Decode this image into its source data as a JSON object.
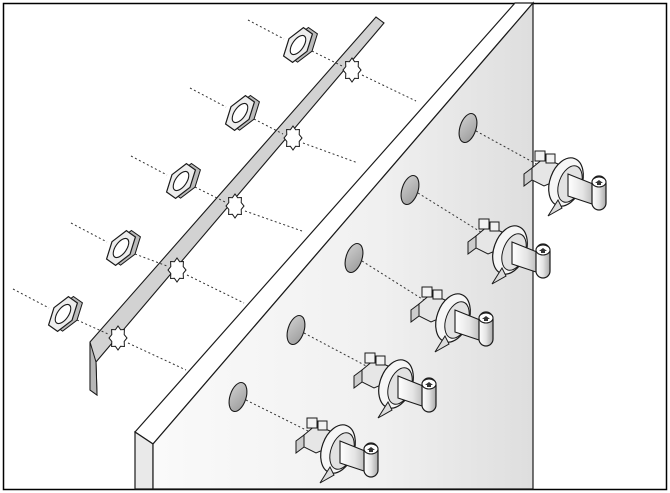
{
  "figure": {
    "kind": "exploded-assembly-illustration",
    "colors": {
      "frame": "#000000",
      "plate_face": "#f1f1f1",
      "plate_edge": "#ffffff",
      "strip": "#cfcfcf",
      "hole": "#bdbdbd",
      "nut": "#ededed",
      "switch_body": "#f4f4f4",
      "outline": "#1a1a1a",
      "leader": "#333333"
    },
    "components": {
      "hex_nuts": 5,
      "mounting_strip": 1,
      "panel_holes": 5,
      "rotary_switches": 5
    },
    "labels": []
  }
}
